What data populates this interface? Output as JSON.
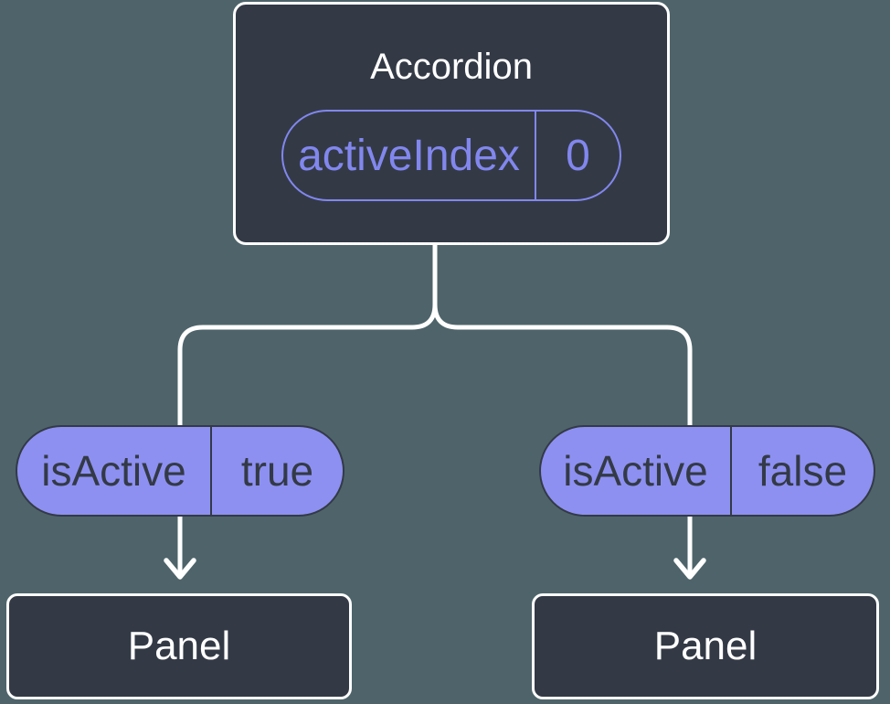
{
  "diagram": {
    "root": {
      "title": "Accordion",
      "state": {
        "name": "activeIndex",
        "value": "0"
      }
    },
    "branches": [
      {
        "prop": {
          "name": "isActive",
          "value": "true"
        },
        "child": {
          "title": "Panel"
        }
      },
      {
        "prop": {
          "name": "isActive",
          "value": "false"
        },
        "child": {
          "title": "Panel"
        }
      }
    ]
  },
  "colors": {
    "background": "#4e646a",
    "node_fill": "#333a46",
    "node_border": "#ffffff",
    "title_text": "#ffffff",
    "accent_outline": "#8287ee",
    "pill_fill": "#8d90f1",
    "pill_border": "#333a46",
    "connector": "#ffffff"
  }
}
